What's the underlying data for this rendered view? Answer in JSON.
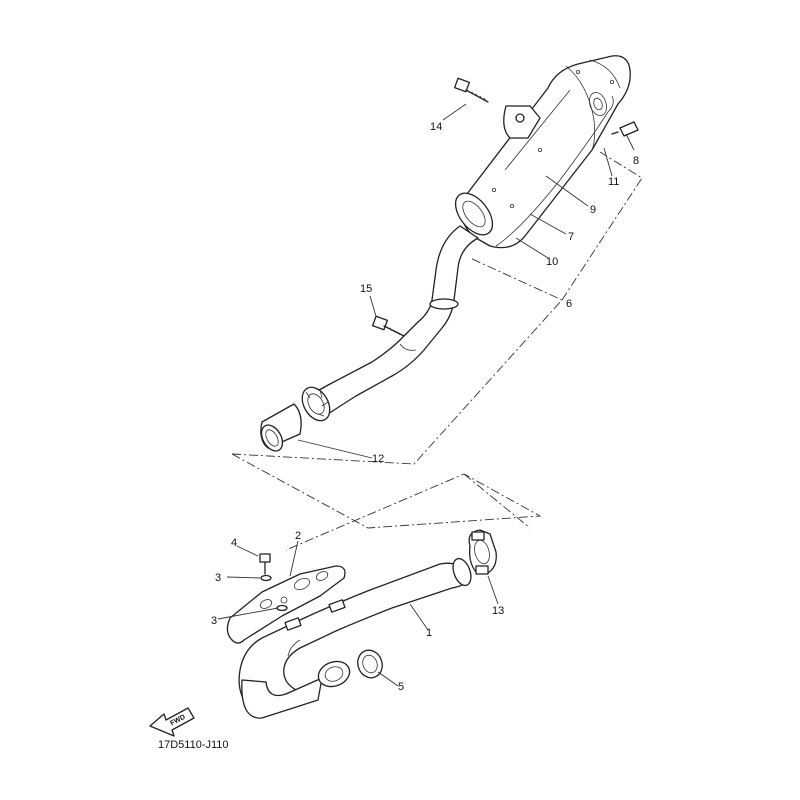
{
  "diagram": {
    "drawing_code": "17D5110-J110",
    "direction_label": "FWD",
    "callouts": [
      {
        "id": "c1",
        "label": "1"
      },
      {
        "id": "c2",
        "label": "2"
      },
      {
        "id": "c3a",
        "label": "3"
      },
      {
        "id": "c3b",
        "label": "3"
      },
      {
        "id": "c4",
        "label": "4"
      },
      {
        "id": "c5",
        "label": "5"
      },
      {
        "id": "c6",
        "label": "6"
      },
      {
        "id": "c7",
        "label": "7"
      },
      {
        "id": "c8",
        "label": "8"
      },
      {
        "id": "c9",
        "label": "9"
      },
      {
        "id": "c10",
        "label": "10"
      },
      {
        "id": "c11",
        "label": "11"
      },
      {
        "id": "c12",
        "label": "12"
      },
      {
        "id": "c13",
        "label": "13"
      },
      {
        "id": "c14",
        "label": "14"
      },
      {
        "id": "c15",
        "label": "15"
      }
    ]
  },
  "colors": {
    "line": "#222222",
    "background": "#ffffff"
  }
}
